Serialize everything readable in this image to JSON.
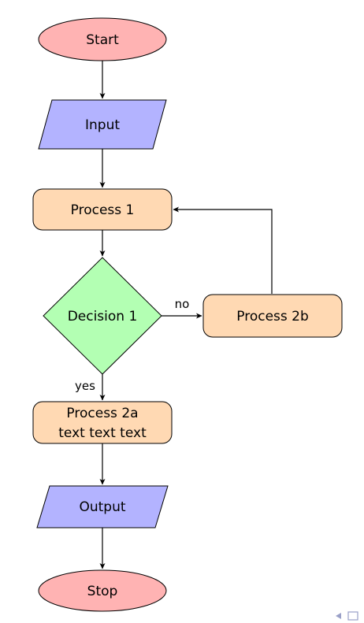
{
  "diagram": {
    "nodes": {
      "start": {
        "label": "Start",
        "shape": "ellipse",
        "fill": "#ffb3b3"
      },
      "input": {
        "label": "Input",
        "shape": "parallelogram",
        "fill": "#b3b3ff"
      },
      "process1": {
        "label": "Process 1",
        "shape": "rounded-rect",
        "fill": "#ffd9b3"
      },
      "decision1": {
        "label": "Decision 1",
        "shape": "diamond",
        "fill": "#b3ffb3"
      },
      "process2b": {
        "label": "Process 2b",
        "shape": "rounded-rect",
        "fill": "#ffd9b3"
      },
      "process2a": {
        "label_line1": "Process 2a",
        "label_line2": "text text text",
        "shape": "rounded-rect",
        "fill": "#ffd9b3"
      },
      "output": {
        "label": "Output",
        "shape": "parallelogram",
        "fill": "#b3b3ff"
      },
      "stop": {
        "label": "Stop",
        "shape": "ellipse",
        "fill": "#ffb3b3"
      }
    },
    "edges": [
      {
        "from": "start",
        "to": "input"
      },
      {
        "from": "input",
        "to": "process1"
      },
      {
        "from": "process1",
        "to": "decision1"
      },
      {
        "from": "decision1",
        "to": "process2b",
        "label": "no"
      },
      {
        "from": "process2b",
        "to": "process1"
      },
      {
        "from": "decision1",
        "to": "process2a",
        "label": "yes"
      },
      {
        "from": "process2a",
        "to": "output"
      },
      {
        "from": "output",
        "to": "stop"
      }
    ]
  }
}
